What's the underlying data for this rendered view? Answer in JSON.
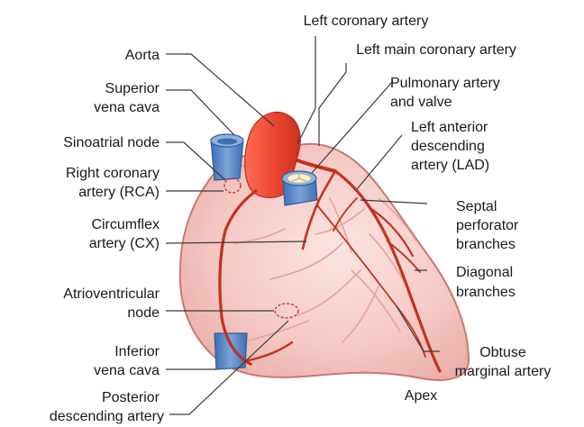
{
  "labels": {
    "left_coronary_artery": "Left coronary artery",
    "left_main_coronary_artery": "Left main coronary artery",
    "aorta": "Aorta",
    "pulmonary_artery": [
      "Pulmonary artery",
      "and valve"
    ],
    "superior_vena_cava": [
      "Superior",
      "vena cava"
    ],
    "lad": [
      "Left anterior",
      "descending",
      "artery (LAD)"
    ],
    "sinoatrial_node": "Sinoatrial node",
    "rca": [
      "Right coronary",
      "artery (RCA)"
    ],
    "septal": [
      "Septal",
      "perforator",
      "branches"
    ],
    "circumflex": [
      "Circumflex",
      "artery (CX)"
    ],
    "diagonal": [
      "Diagonal",
      "branches"
    ],
    "av_node": [
      "Atrioventricular",
      "node"
    ],
    "inferior_vena_cava": [
      "Inferior",
      "vena cava"
    ],
    "obtuse_marginal": [
      "Obtuse",
      "marginal artery"
    ],
    "apex": "Apex",
    "pda": [
      "Posterior",
      "descending artery"
    ]
  },
  "colors": {
    "heart_fill": "#f4c5c2",
    "heart_outline": "#c97872",
    "vessel_highlight": "#e2a09a",
    "artery_red": "#c2321f",
    "aorta_red": "#ea4a35",
    "vein_blue": "#5a86c3",
    "vein_blue_light": "#8fb1dd",
    "valve_yellow": "#fbf1cf"
  }
}
